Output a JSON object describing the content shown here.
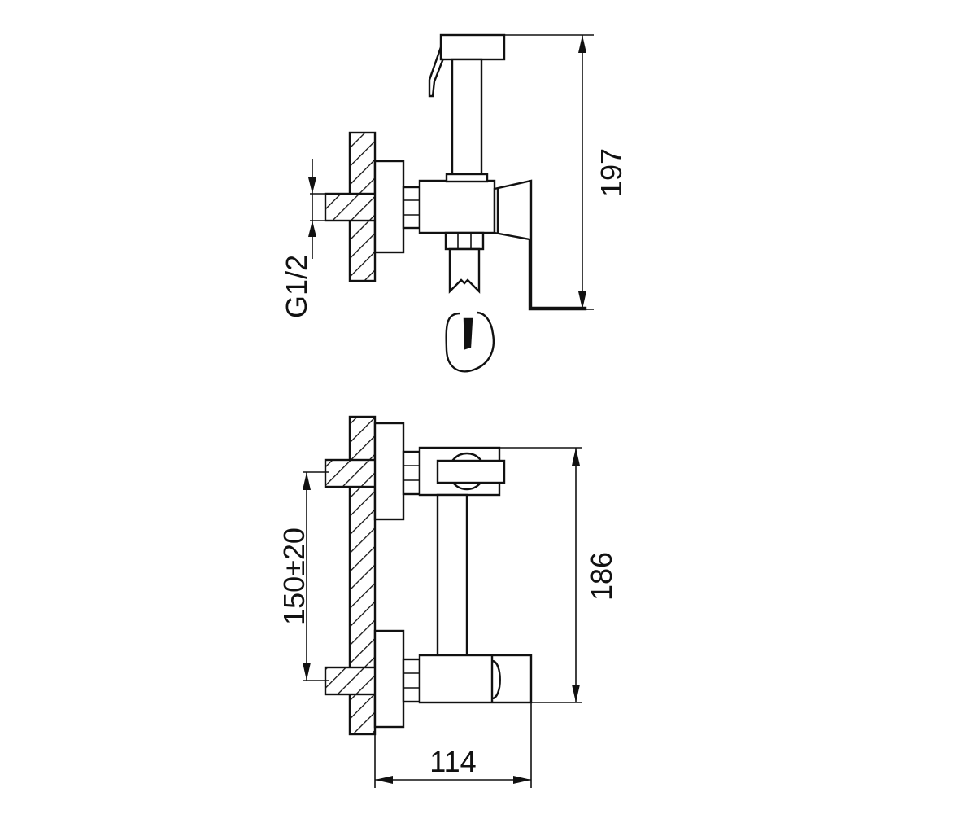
{
  "colors": {
    "line": "#111111",
    "background": "#ffffff"
  },
  "dimensions": {
    "height_side": "197",
    "thread": "G1/2",
    "height_front": "186",
    "connection_distance": "150±20",
    "depth": "114"
  }
}
